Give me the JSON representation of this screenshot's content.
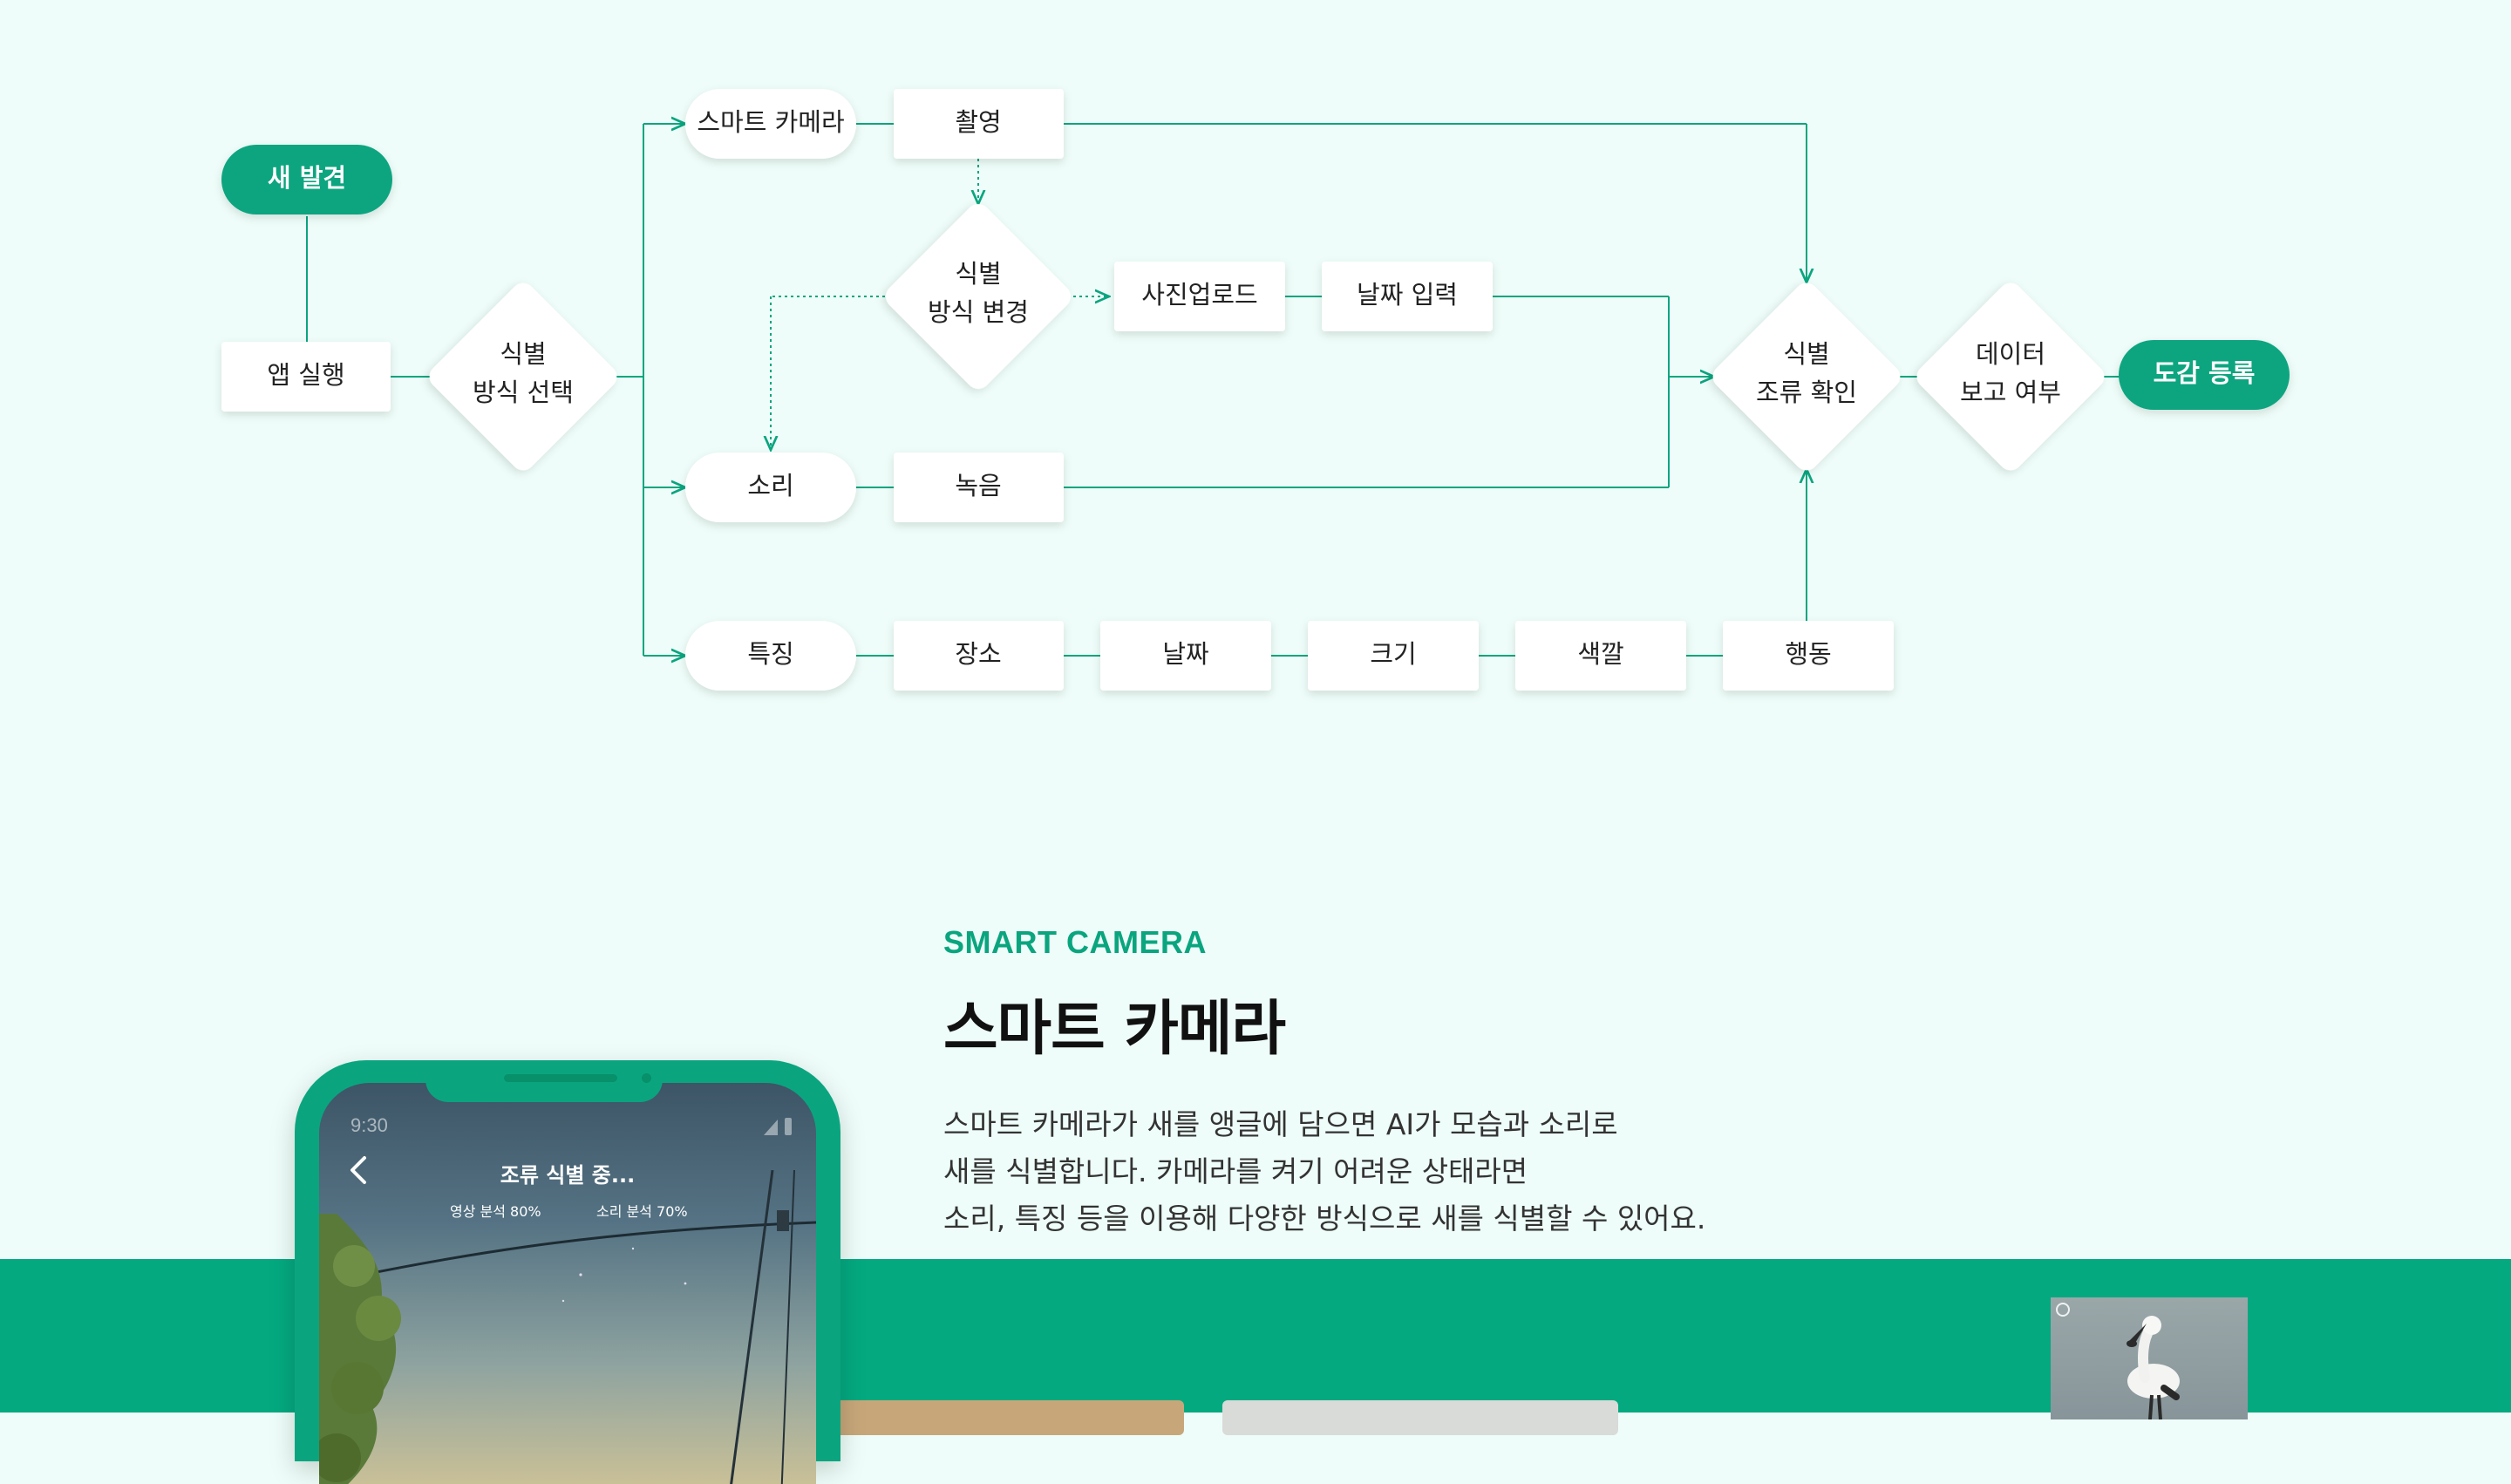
{
  "flowchart": {
    "start": "새 발견",
    "launch": "앱 실행",
    "method_select": [
      "식별",
      "방식 선택"
    ],
    "smart_camera": "스마트 카메라",
    "capture": "촬영",
    "method_change": [
      "식별",
      "방식 변경"
    ],
    "photo_upload": "사진업로드",
    "date_input": "날짜 입력",
    "sound": "소리",
    "recording": "녹음",
    "features": "특징",
    "place": "장소",
    "date": "날짜",
    "size": "크기",
    "color": "색깔",
    "behavior": "행동",
    "confirm": [
      "식별",
      "조류 확인"
    ],
    "report": [
      "데이터",
      "보고 여부"
    ],
    "register": "도감 등록"
  },
  "section": {
    "eyebrow": "SMART CAMERA",
    "title": "스마트 카메라",
    "description": [
      "스마트 카메라가 새를 앵글에 담으면 AI가 모습과 소리로",
      "새를 식별합니다. 카메라를 켜기 어려운 상태라면",
      "소리, 특징 등을 이용해 다양한 방식으로 새를 식별할 수 있어요."
    ]
  },
  "phone": {
    "time": "9:30",
    "title": "조류 식별 중...",
    "video_analysis": "영상 분석 80%",
    "sound_analysis": "소리 분석 70%"
  },
  "colors": {
    "accent": "#0aa57f",
    "band": "#04a980",
    "background": "#eefdf9"
  },
  "icons": [
    "back-chevron-icon",
    "signal-icon",
    "battery-icon",
    "info-icon"
  ]
}
